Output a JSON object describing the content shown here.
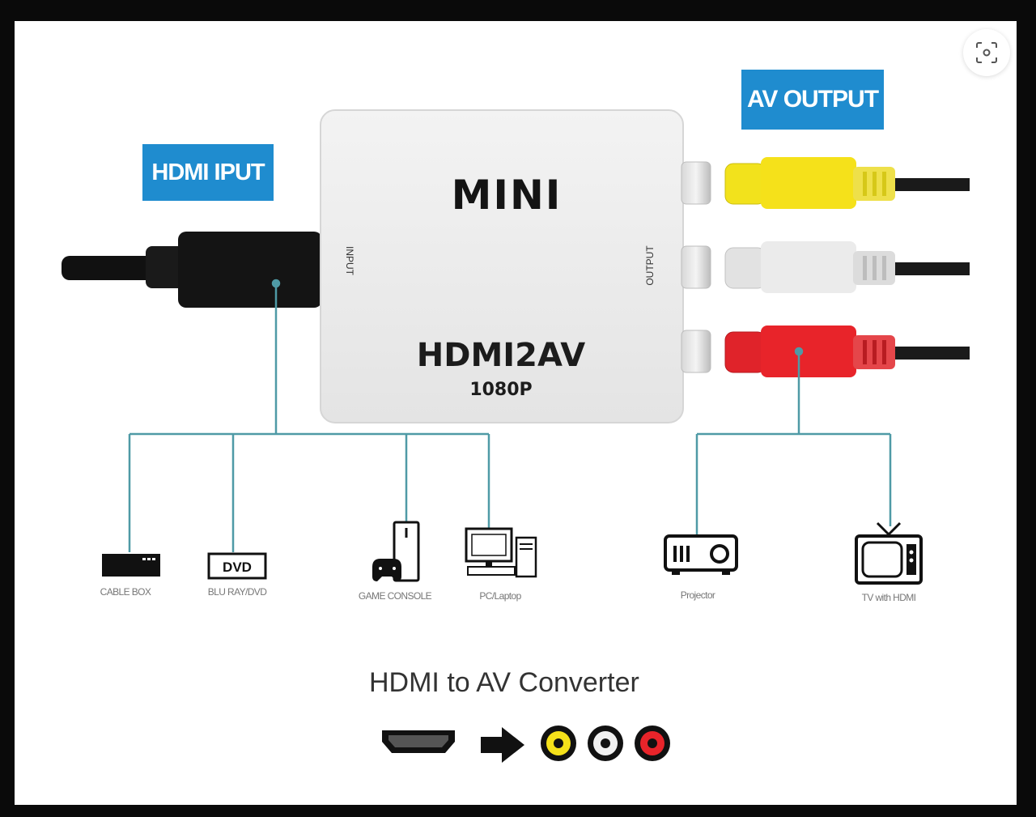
{
  "labels": {
    "hdmi_input": "HDMI IPUT",
    "av_output": "AV OUTPUT"
  },
  "device": {
    "brand": "MINI",
    "model": "HDMI2AV",
    "resolution": "1080P",
    "input_port": "INPUT",
    "output_port": "OUTPUT"
  },
  "sources": [
    {
      "label": "CABLE BOX",
      "icon": "cable-box-icon"
    },
    {
      "label": "BLU RAY/DVD",
      "icon": "dvd-player-icon",
      "badge": "DVD"
    },
    {
      "label": "GAME CONSOLE",
      "icon": "game-console-icon"
    },
    {
      "label": "PC/Laptop",
      "icon": "pc-laptop-icon"
    }
  ],
  "outputs": [
    {
      "label": "Projector",
      "icon": "projector-icon"
    },
    {
      "label": "TV with HDMI",
      "icon": "tv-icon"
    }
  ],
  "caption": "HDMI to AV Converter",
  "rca_colors": {
    "yellow": "#f5e11a",
    "white": "#e8e8e8",
    "red": "#e8242a"
  },
  "accent": "#1f8ccf",
  "wire": "#4f9aa6",
  "scan_icon": "visual-search-icon"
}
